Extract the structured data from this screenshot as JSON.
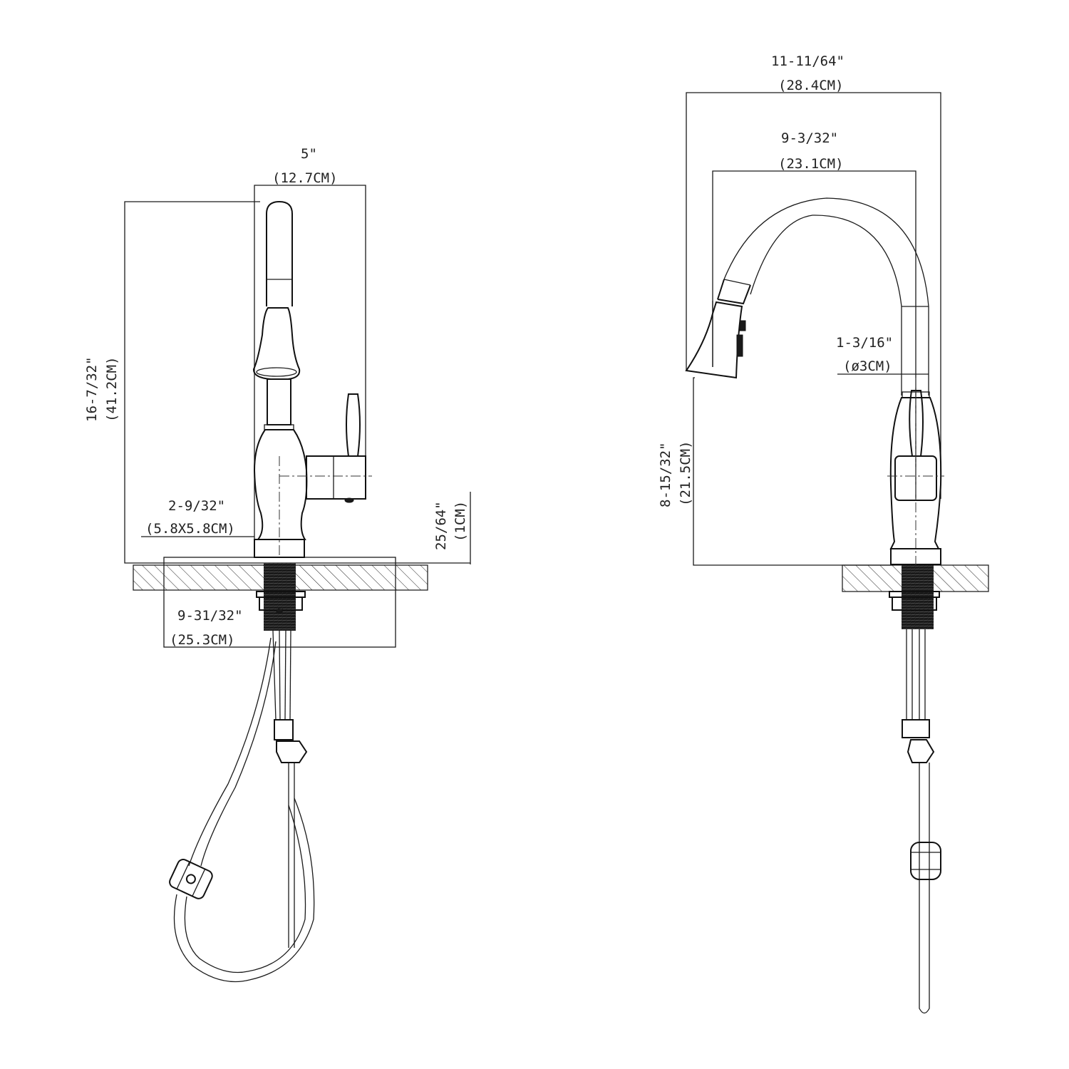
{
  "title": "Pull-down kitchen faucet dimension drawing",
  "views": {
    "front": {
      "spout_reach": {
        "inch": "5\"",
        "cm": "(12.7CM)"
      },
      "total_height": {
        "inch": "16-7/32\"",
        "cm": "(41.2CM)"
      },
      "base_size": {
        "inch": "2-9/32\"",
        "cm": "(5.8X5.8CM)"
      },
      "deck_plate_width": {
        "inch": "9-31/32\"",
        "cm": "(25.3CM)"
      },
      "deck_plate_thickness": {
        "inch": "25/64\"",
        "cm": "(1CM)"
      }
    },
    "side": {
      "overall_reach": {
        "inch": "11-11/64\"",
        "cm": "(28.4CM)"
      },
      "spout_reach": {
        "inch": "9-3/32\"",
        "cm": "(23.1CM)"
      },
      "spout_diameter": {
        "inch": "1-3/16\"",
        "cm": "(ø3CM)"
      },
      "spout_clearance": {
        "inch": "8-15/32\"",
        "cm": "(21.5CM)"
      }
    }
  }
}
